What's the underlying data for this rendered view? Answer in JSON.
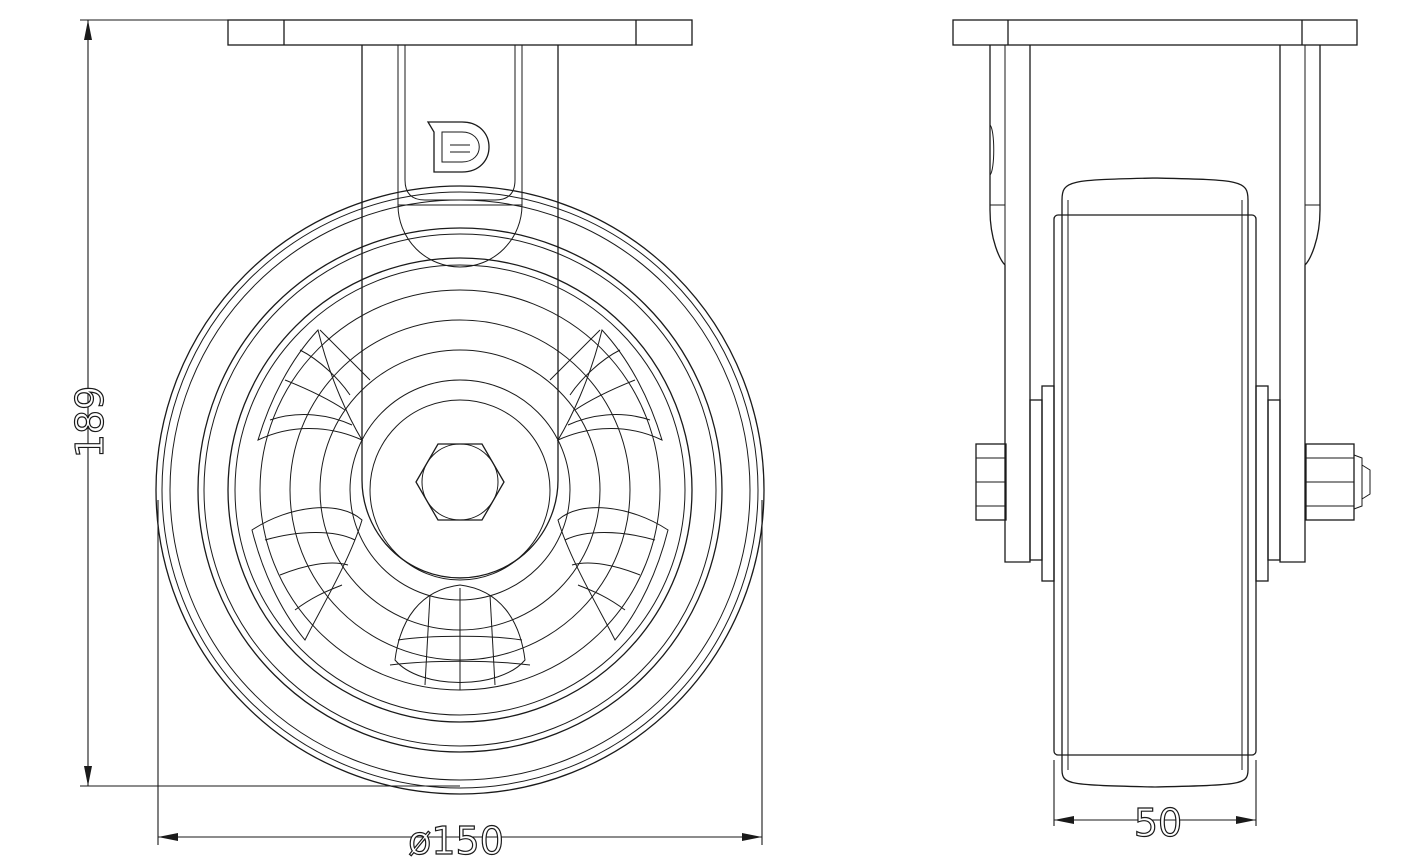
{
  "drawing": {
    "dimensions": {
      "height": "189",
      "diameter": "ø150",
      "width": "50"
    },
    "logo_letter": "D"
  }
}
